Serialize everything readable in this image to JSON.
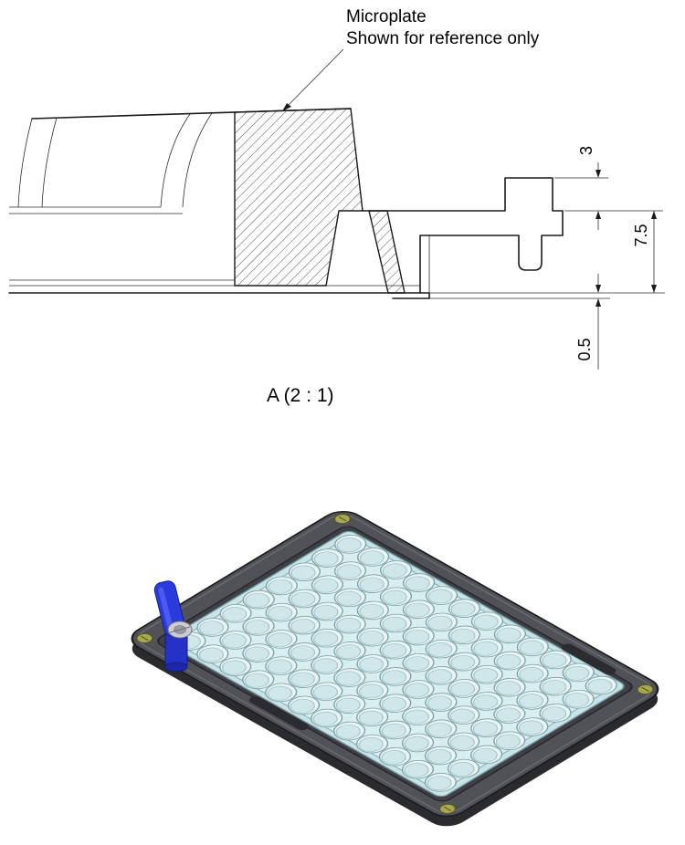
{
  "annotation": {
    "line1": "Microplate",
    "line2": "Shown for reference only"
  },
  "detail_view": {
    "label": "A  (2 : 1)",
    "dim_tab_height": "3",
    "dim_arm_height": "7.5",
    "dim_gap": "0.5"
  },
  "isometric_view": {
    "wells": {
      "rows": 8,
      "cols": 12,
      "pitch": 9,
      "origin_x": 14.4,
      "origin_y": 11.2,
      "outer_r": 4.3,
      "inner_r": 3.3
    },
    "colors": {
      "lever_blue": "#2b3add",
      "frame_gray": "#515258",
      "plate_cyan": "#d8eef0",
      "screw_brass": "#a8a84f"
    }
  }
}
